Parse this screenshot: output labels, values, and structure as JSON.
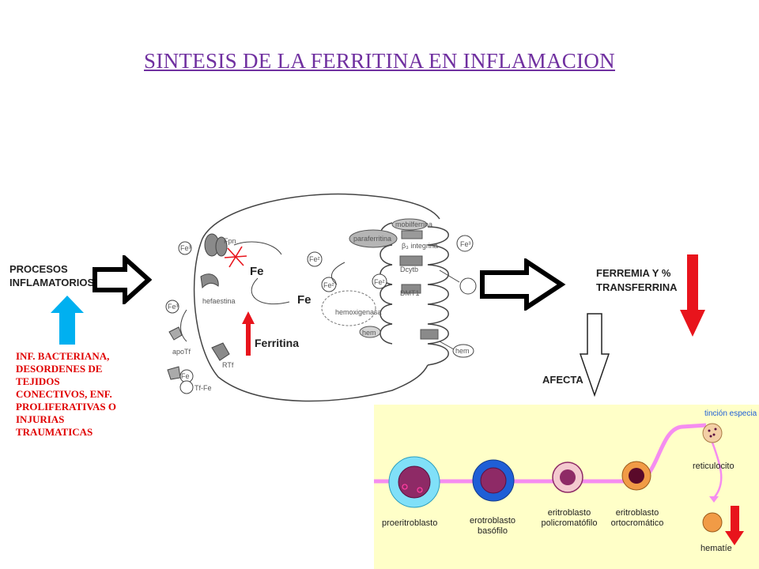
{
  "title": "SINTESIS DE LA FERRITINA EN INFLAMACION",
  "left": {
    "line1": "PROCESOS",
    "line2": "INFLAMATORIOS",
    "causes": [
      "INF. BACTERIANA,",
      "DESORDENES DE",
      "TEJIDOS",
      "CONECTIVOS, ENF.",
      "PROLIFERATIVAS O",
      "INJURIAS",
      "TRAUMATICAS"
    ]
  },
  "cell": {
    "fe_large_1": "Fe",
    "fe_large_2": "Fe",
    "ferritina": "Ferritina",
    "fpn": "Fpn",
    "hefaestina": "hefaestina",
    "apotf": "apoTf",
    "rtf": "RTf",
    "tf_fe": "Tf-Fe",
    "fe3_a": "Fe³",
    "fe3_b": "Fe³",
    "fe2_a": "Fe²",
    "fe2_b": "Fe²",
    "fe2_c": "Fe²",
    "fe_small": "Fe",
    "fe3_c": "Fe³",
    "paraferritina": "paraferritina",
    "mobilferrina": "mobilferrina",
    "integrina": "β₃ integrina",
    "dcytb": "Dcytb",
    "dmt1": "DMT1",
    "hemoxigenasa": "hemoxigenasa",
    "hem1": "hem",
    "hem2": "hem"
  },
  "right": {
    "ferremia_line1": "FERREMIA Y %",
    "ferremia_line2": "TRANSFERRINA",
    "afecta": "AFECTA"
  },
  "erythro": {
    "tincion": "tinción especia",
    "reticulocito": "reticulocito",
    "hematie": "hematíe",
    "proeritroblasto": "proeritroblasto",
    "erotroblasto_1": "erotroblasto",
    "erotroblasto_2": "basófilo",
    "policromatofilo_1": "eritroblasto",
    "policromatofilo_2": "policromatófilo",
    "ortocromatico_1": "eritroblasto",
    "ortocromatico_2": "ortocromático"
  },
  "colors": {
    "title": "#7030a0",
    "causes": "#e00000",
    "red_arrow": "#e8141c",
    "blue_arrow": "#00b0f0",
    "panel_bg": "#ffffc8",
    "track": "#f58df0"
  }
}
